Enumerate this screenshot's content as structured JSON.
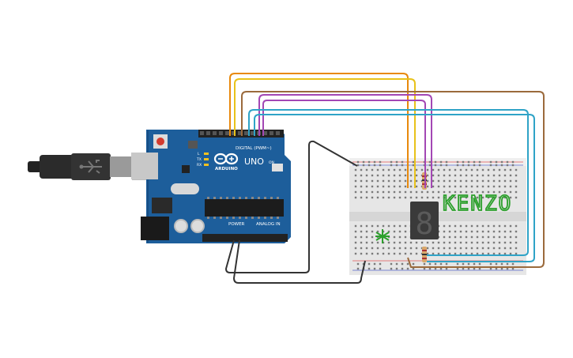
{
  "scene": {
    "background_color": "#ffffff",
    "board_color": "#1d5e9b",
    "breadboard_color": "#e6e6e6"
  },
  "arduino": {
    "brand": "ARDUINO",
    "model": "UNO",
    "digital_header_label": "DIGITAL (PWM~)",
    "power_header_label": "POWER",
    "analog_header_label": "ANALOG IN",
    "tx_label": "TX",
    "rx_label": "RX",
    "on_label": "ON",
    "l_label": "L",
    "logo_icon": "infinity-logo-icon"
  },
  "usb_cable": {
    "icon": "usb-plug-icon"
  },
  "breadboard": {
    "text": "KENZO",
    "text_color": "#2ca02c",
    "star_icon": "asterisk-icon"
  },
  "seven_segment": {
    "digit": "8",
    "body_color": "#3a3a3a"
  },
  "wires": {
    "orange": "#e8890c",
    "yellow": "#e8c21a",
    "purple": "#a347b4",
    "teal": "#2fa3c7",
    "brown": "#9b6a3c",
    "black": "#333333"
  }
}
